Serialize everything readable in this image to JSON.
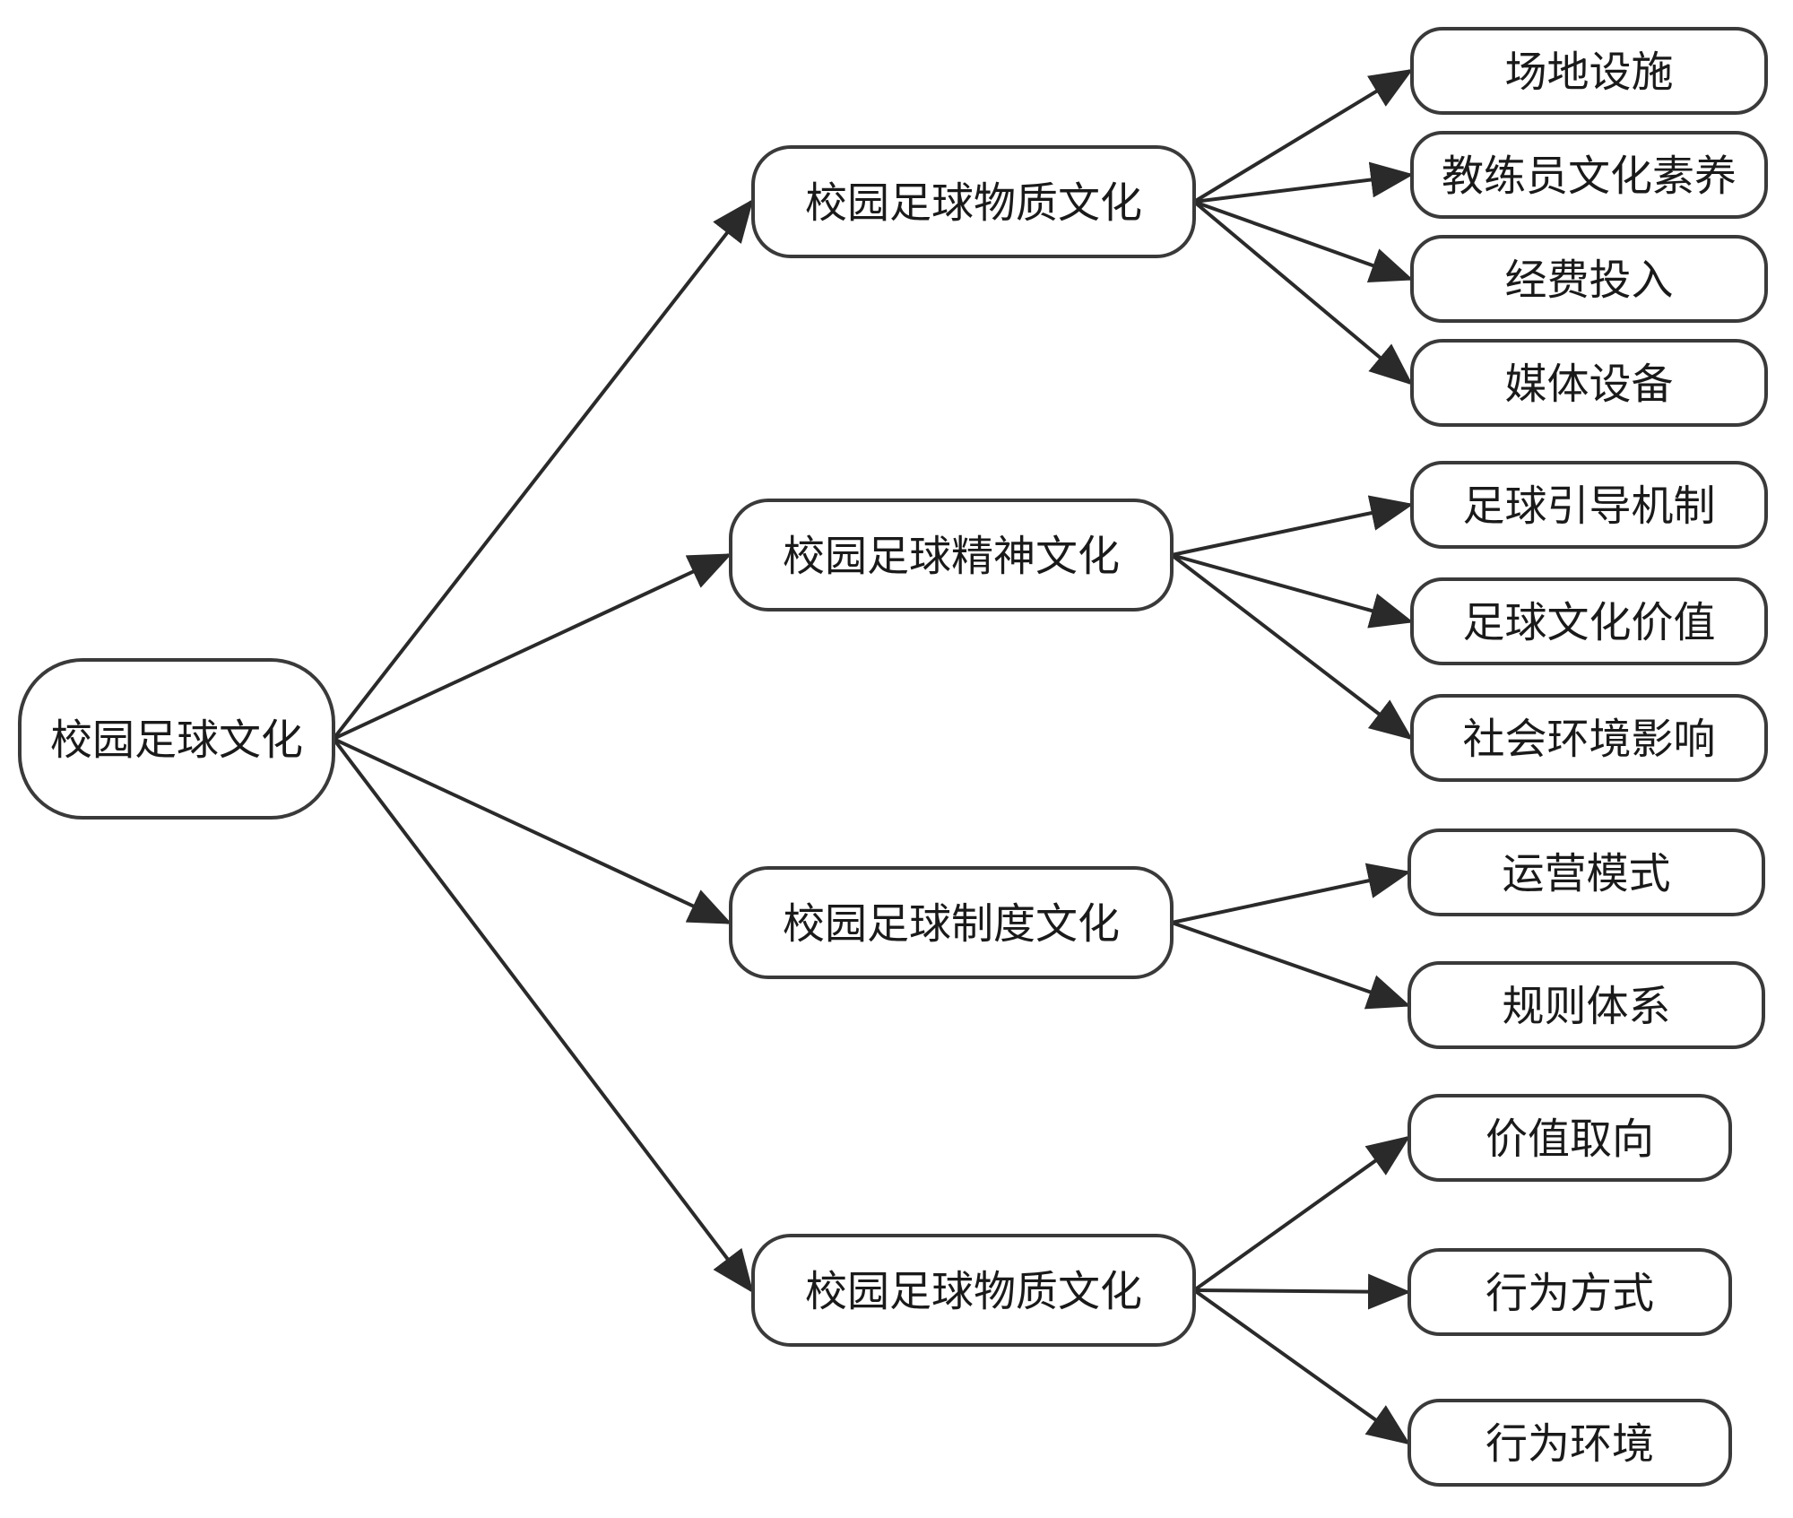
{
  "diagram": {
    "root": "校园足球文化",
    "branches": [
      {
        "label": "校园足球物质文化",
        "children": [
          "场地设施",
          "教练员文化素养",
          "经费投入",
          "媒体设备"
        ]
      },
      {
        "label": "校园足球精神文化",
        "children": [
          "足球引导机制",
          "足球文化价值",
          "社会环境影响"
        ]
      },
      {
        "label": "校园足球制度文化",
        "children": [
          "运营模式",
          "规则体系"
        ]
      },
      {
        "label": "校园足球物质文化",
        "children": [
          "价值取向",
          "行为方式",
          "行为环境"
        ]
      }
    ]
  },
  "colors": {
    "stroke": "#3a3a3a",
    "arrow": "#2a2a2a",
    "text": "#1a1a1a",
    "background": "#ffffff"
  }
}
